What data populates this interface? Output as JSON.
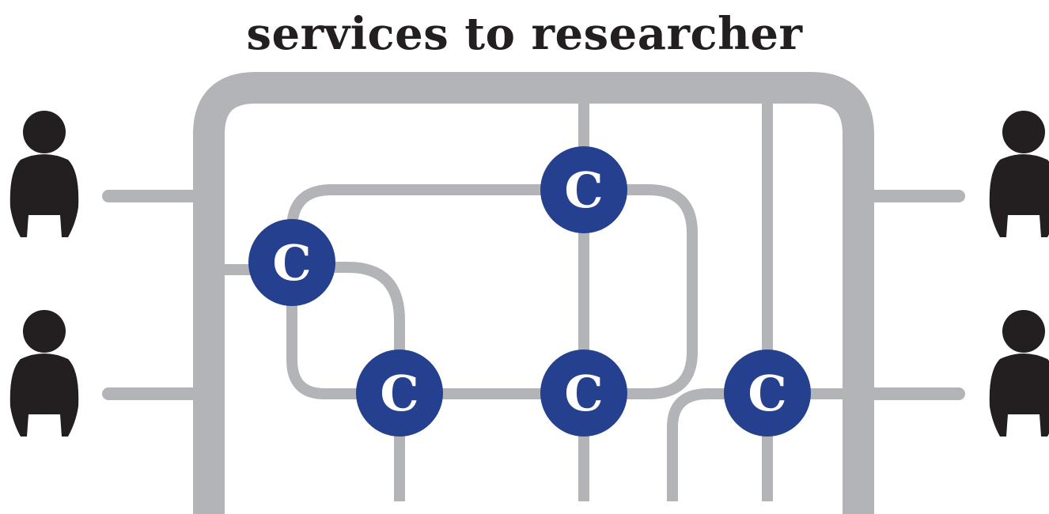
{
  "title": "services to researcher",
  "colors": {
    "pipe": "#b3b4b7",
    "node_fill": "#24408e",
    "node_text": "#ffffff",
    "person": "#231f20",
    "title": "#231f20"
  },
  "nodes": [
    {
      "id": "c1",
      "label": "C"
    },
    {
      "id": "c2",
      "label": "C"
    },
    {
      "id": "c3",
      "label": "C"
    },
    {
      "id": "c4",
      "label": "C"
    },
    {
      "id": "c5",
      "label": "C"
    }
  ],
  "people": [
    {
      "id": "left-top",
      "icon": "person-icon"
    },
    {
      "id": "left-bottom",
      "icon": "person-icon"
    },
    {
      "id": "right-top",
      "icon": "person-icon"
    },
    {
      "id": "right-bottom",
      "icon": "person-icon"
    }
  ]
}
